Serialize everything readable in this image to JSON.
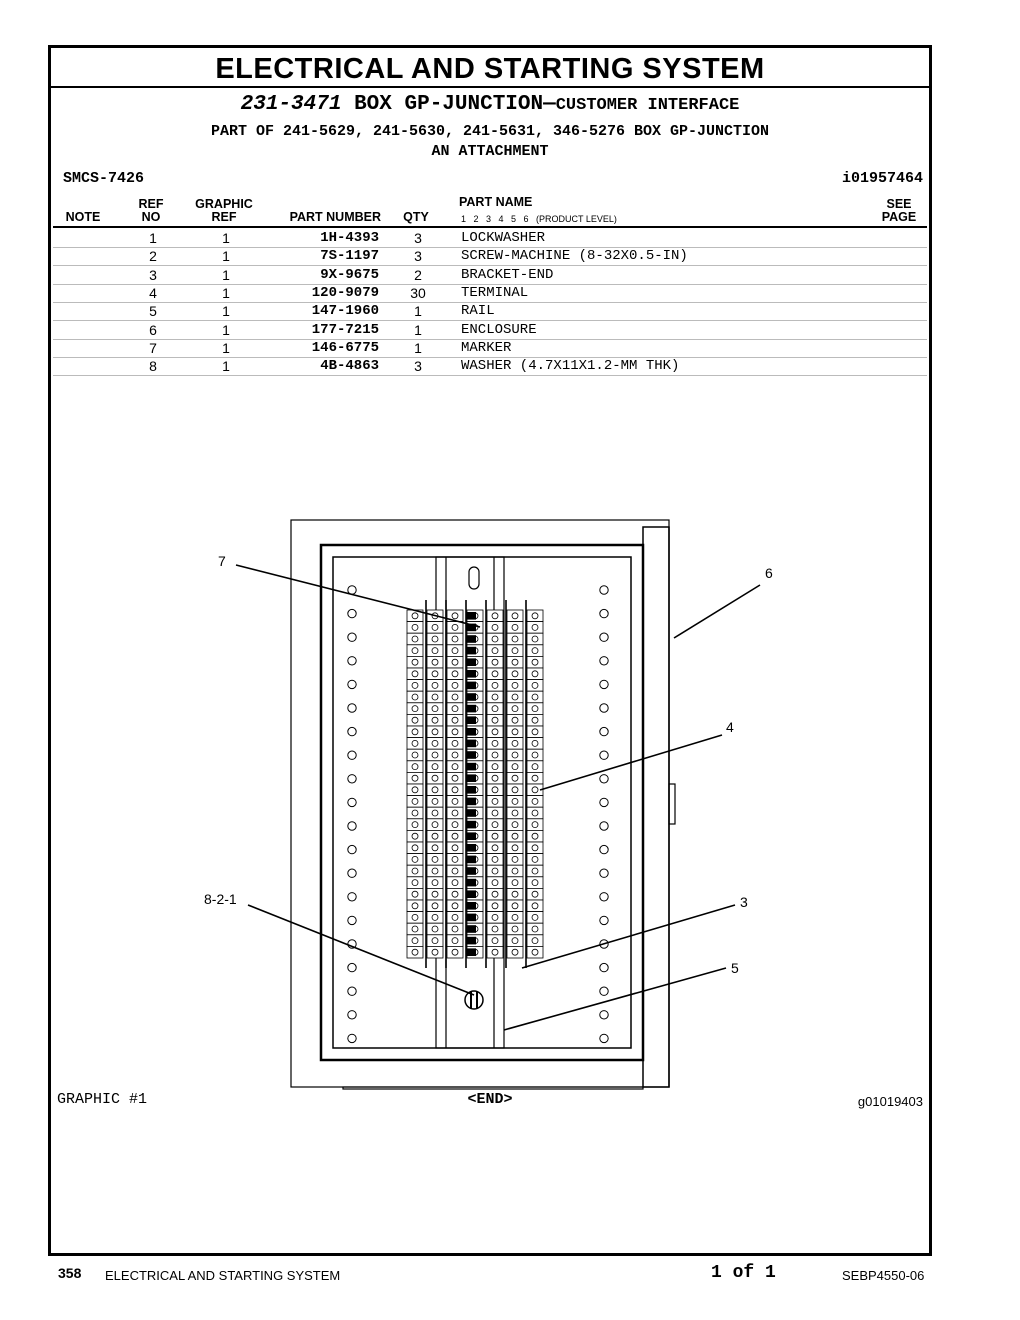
{
  "section_title": "ELECTRICAL AND STARTING SYSTEM",
  "part_header": {
    "number": "231-3471",
    "name": "BOX GP-JUNCTION",
    "dash": "—",
    "suffix": "CUSTOMER INTERFACE",
    "part_of": "PART OF 241-5629, 241-5630, 241-5631, 346-5276 BOX GP-JUNCTION",
    "attachment": "AN ATTACHMENT"
  },
  "smcs": "SMCS-7426",
  "illustration_id": "i01957464",
  "table": {
    "headers": {
      "note": "NOTE",
      "ref_no_top": "REF",
      "ref_no_bottom": "NO",
      "graphic_ref_top": "GRAPHIC",
      "graphic_ref_bottom": "REF",
      "part_number": "PART NUMBER",
      "qty": "QTY",
      "part_name": "PART NAME",
      "product_levels": "1   2   3   4   5   6   (PRODUCT LEVEL)",
      "see_top": "SEE",
      "see_bottom": "PAGE"
    },
    "rows": [
      {
        "ref": "1",
        "graphic": "1",
        "part": "1H-4393",
        "qty": "3",
        "name": "LOCKWASHER"
      },
      {
        "ref": "2",
        "graphic": "1",
        "part": "7S-1197",
        "qty": "3",
        "name": "SCREW-MACHINE (8-32X0.5-IN)"
      },
      {
        "ref": "3",
        "graphic": "1",
        "part": "9X-9675",
        "qty": "2",
        "name": "BRACKET-END"
      },
      {
        "ref": "4",
        "graphic": "1",
        "part": "120-9079",
        "qty": "30",
        "name": "TERMINAL"
      },
      {
        "ref": "5",
        "graphic": "1",
        "part": "147-1960",
        "qty": "1",
        "name": "RAIL"
      },
      {
        "ref": "6",
        "graphic": "1",
        "part": "177-7215",
        "qty": "1",
        "name": "ENCLOSURE"
      },
      {
        "ref": "7",
        "graphic": "1",
        "part": "146-6775",
        "qty": "1",
        "name": "MARKER"
      },
      {
        "ref": "8",
        "graphic": "1",
        "part": "4B-4863",
        "qty": "3",
        "name": "WASHER (4.7X11X1.2-MM THK)"
      }
    ]
  },
  "graphic": {
    "callouts": {
      "c7": "7",
      "c6": "6",
      "c4": "4",
      "c821": "8-2-1",
      "c3": "3",
      "c5": "5"
    },
    "label": "GRAPHIC #1",
    "end": "<END>",
    "id": "g01019403"
  },
  "footer": {
    "page": "358",
    "title": "ELECTRICAL AND STARTING SYSTEM",
    "page_of": "1 of 1",
    "doc_id": "SEBP4550-06"
  }
}
